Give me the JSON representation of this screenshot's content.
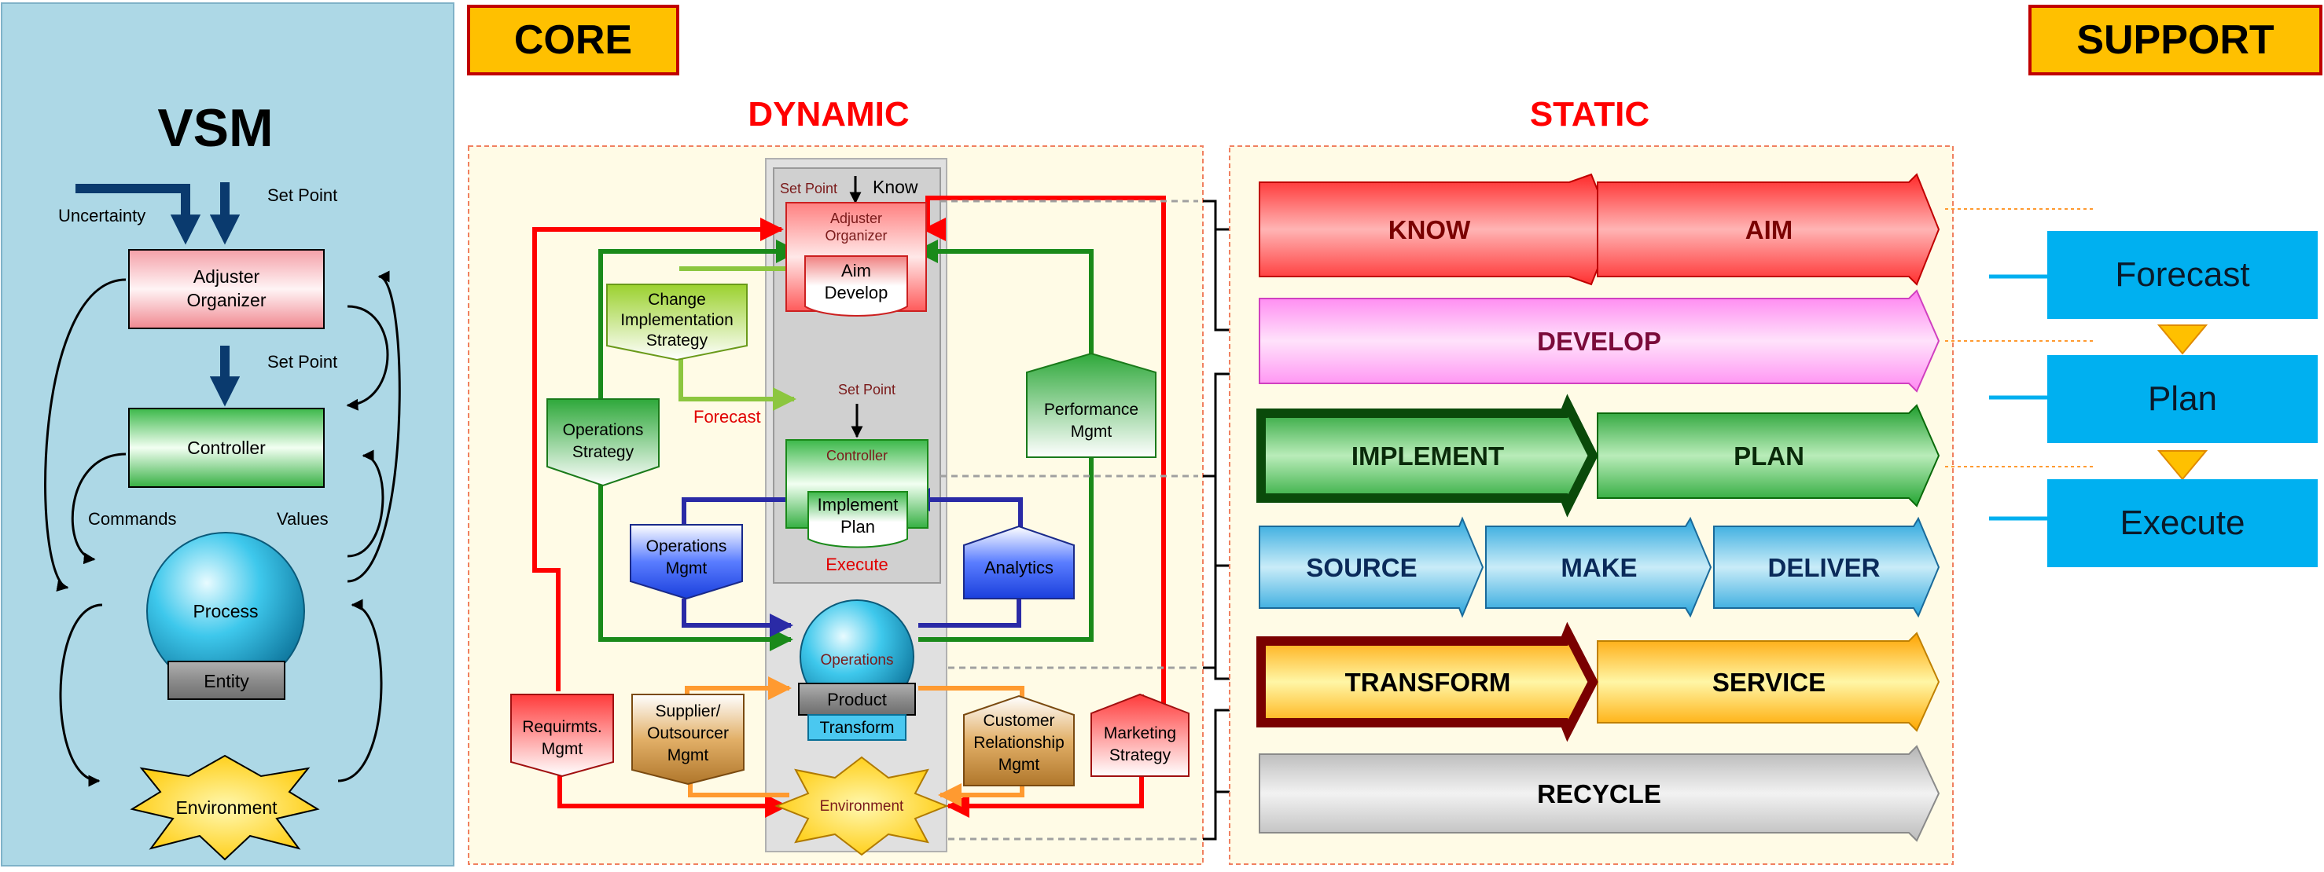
{
  "vsm": {
    "title": "VSM",
    "uncertainty": "Uncertainty",
    "set_point_top": "Set Point",
    "adjuster_line1": "Adjuster",
    "adjuster_line2": "Organizer",
    "set_point_mid": "Set Point",
    "controller": "Controller",
    "commands": "Commands",
    "values": "Values",
    "process": "Process",
    "entity": "Entity",
    "environment": "Environment"
  },
  "core": {
    "label": "CORE",
    "dynamic_title": "DYNAMIC",
    "static_title": "STATIC",
    "set_point_top": "Set Point",
    "know": "Know",
    "adjuster_line1": "Adjuster",
    "adjuster_line2": "Organizer",
    "aim_develop_line1": "Aim",
    "aim_develop_line2": "Develop",
    "change_impl_line1": "Change",
    "change_impl_line2": "Implementation",
    "change_impl_line3": "Strategy",
    "forecast": "Forecast",
    "set_point_mid": "Set Point",
    "ops_strategy_line1": "Operations",
    "ops_strategy_line2": "Strategy",
    "perf_mgmt_line1": "Performance",
    "perf_mgmt_line2": "Mgmt",
    "controller": "Controller",
    "implement_plan_line1": "Implement",
    "implement_plan_line2": "Plan",
    "execute": "Execute",
    "ops_mgmt_line1": "Operations",
    "ops_mgmt_line2": "Mgmt",
    "analytics": "Analytics",
    "operations": "Operations",
    "product": "Product",
    "transform": "Transform",
    "requirmts_line1": "Requirmts.",
    "requirmts_line2": "Mgmt",
    "supplier_line1": "Supplier/",
    "supplier_line2": "Outsourcer",
    "supplier_line3": "Mgmt",
    "crm_line1": "Customer",
    "crm_line2": "Relationship",
    "crm_line3": "Mgmt",
    "marketing_line1": "Marketing",
    "marketing_line2": "Strategy",
    "environment": "Environment"
  },
  "static_arrows": {
    "know": "KNOW",
    "aim": "AIM",
    "develop": "DEVELOP",
    "implement": "IMPLEMENT",
    "plan": "PLAN",
    "source": "SOURCE",
    "make": "MAKE",
    "deliver": "DELIVER",
    "transform": "TRANSFORM",
    "service": "SERVICE",
    "recycle": "RECYCLE"
  },
  "support": {
    "label": "SUPPORT",
    "forecast": "Forecast",
    "plan": "Plan",
    "execute": "Execute"
  },
  "colors": {
    "vsm_panel": "#add8e6",
    "label_box": "#ffc000",
    "label_border": "#c00000",
    "title_red": "#ff0000",
    "support_box": "#00b0f0"
  }
}
